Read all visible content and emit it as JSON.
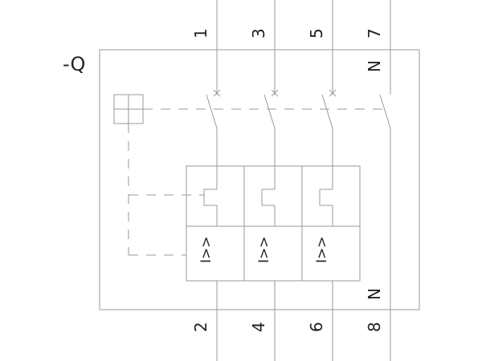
{
  "device_tag": "-Q",
  "terminals": {
    "top": [
      "1",
      "3",
      "5",
      "7"
    ],
    "bottom": [
      "2",
      "4",
      "6",
      "8"
    ],
    "neutral_top": "N",
    "neutral_bottom": "N"
  },
  "trip_labels": [
    "I>>",
    "I>>",
    "I>>"
  ],
  "icons": {
    "mechanism": "manual-operator-icon",
    "contact": "cross-contact-icon"
  }
}
